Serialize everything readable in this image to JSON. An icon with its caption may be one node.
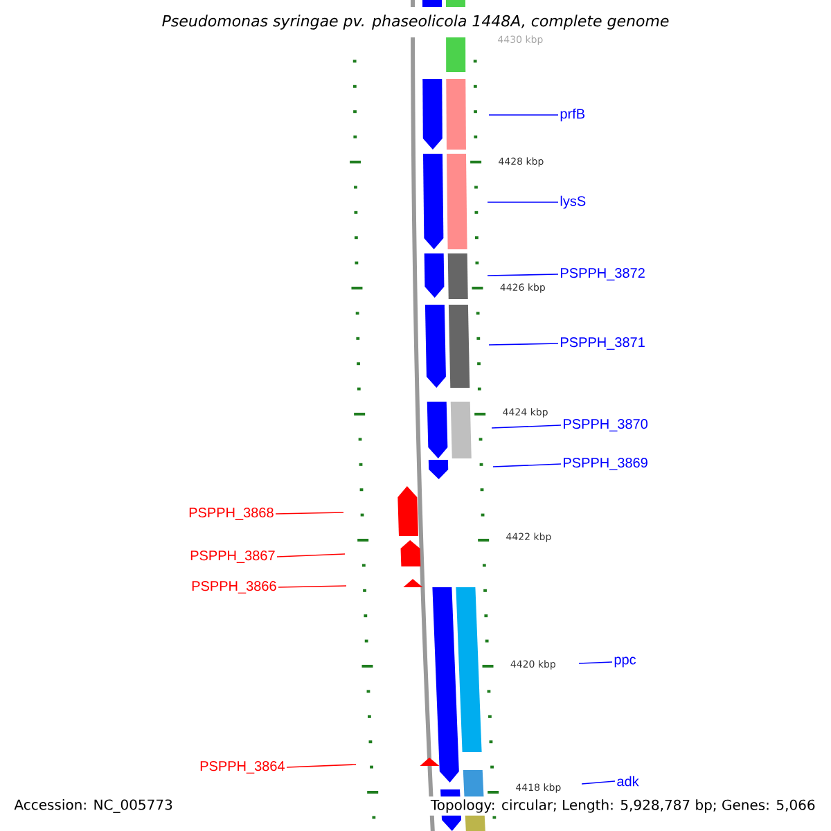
{
  "diagram": {
    "title": "Pseudomonas syringae pv. phaseolicola 1448A, complete genome",
    "nodes": [
      {
        "text": [
          "prfB"
        ]
      },
      {
        "text": [
          "lysS"
        ]
      },
      {
        "text": [
          "PSPPH_3872"
        ]
      },
      {
        "text": [
          "PSPPH_3871"
        ]
      },
      {
        "text": [
          "PSPPH_3870"
        ]
      },
      {
        "text": [
          "PSPPH_3869"
        ]
      },
      {
        "text": [
          "PSPPH_3868"
        ]
      },
      {
        "text": [
          "PSPPH_3867"
        ]
      },
      {
        "text": [
          "PSPPH_3866"
        ]
      },
      {
        "text": [
          "ppc"
        ]
      },
      {
        "text": [
          "PSPPH_3864"
        ]
      },
      {
        "text": [
          "adk"
        ]
      }
    ],
    "edges": [
      {
        "from": 0,
        "to": null,
        "arrow": "none"
      },
      {
        "from": 1,
        "to": null,
        "arrow": "none"
      },
      {
        "from": 2,
        "to": null,
        "arrow": "none"
      },
      {
        "from": 3,
        "to": null,
        "arrow": "none"
      },
      {
        "from": 4,
        "to": null,
        "arrow": "none"
      },
      {
        "from": 5,
        "to": null,
        "arrow": "none"
      },
      {
        "from": 6,
        "to": null,
        "arrow": "none",
        "color": "#ff0000"
      },
      {
        "from": 7,
        "to": null,
        "arrow": "none",
        "color": "#ff0000"
      },
      {
        "from": 8,
        "to": null,
        "arrow": "none",
        "color": "#ff0000"
      },
      {
        "from": 9,
        "to": null,
        "arrow": "none"
      },
      {
        "from": 10,
        "to": null,
        "arrow": "none",
        "color": "#ff0000"
      },
      {
        "from": 11,
        "to": null,
        "arrow": "none"
      }
    ],
    "labels": [
      "4430 kbp",
      "4428 kbp",
      "4426 kbp",
      "4424 kbp",
      "4422 kbp",
      "4420 kbp",
      "4418 kbp",
      "Accession: NC_005773",
      "Topology: circular; Length: 5,928,787 bp; Genes: 5,066"
    ]
  }
}
